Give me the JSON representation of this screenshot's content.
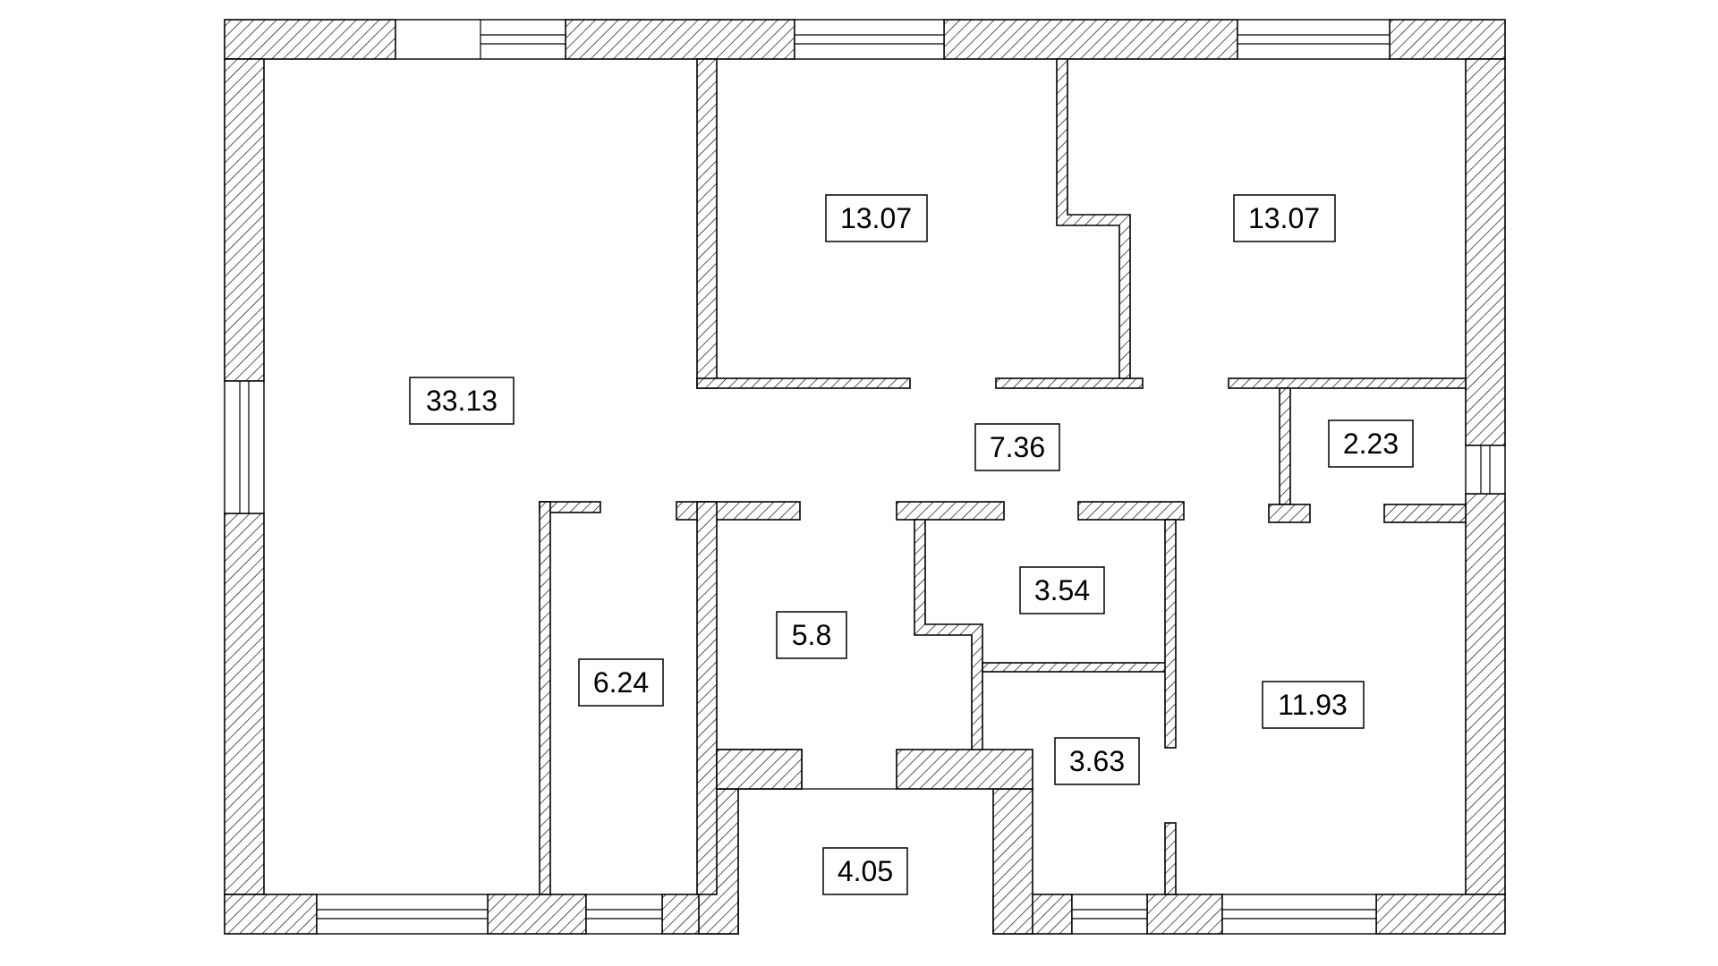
{
  "rooms": [
    {
      "id": "living-room",
      "area": "33.13"
    },
    {
      "id": "bedroom-left",
      "area": "13.07"
    },
    {
      "id": "bedroom-right",
      "area": "13.07"
    },
    {
      "id": "hallway",
      "area": "7.36"
    },
    {
      "id": "closet-small",
      "area": "2.23"
    },
    {
      "id": "storage-left",
      "area": "6.24"
    },
    {
      "id": "kitchen",
      "area": "5.8"
    },
    {
      "id": "bathroom",
      "area": "3.54"
    },
    {
      "id": "toilet",
      "area": "3.63"
    },
    {
      "id": "room-bottom-right",
      "area": "11.93"
    },
    {
      "id": "entrance",
      "area": "4.05"
    }
  ],
  "colors": {
    "line": "#000000",
    "background": "#ffffff"
  }
}
